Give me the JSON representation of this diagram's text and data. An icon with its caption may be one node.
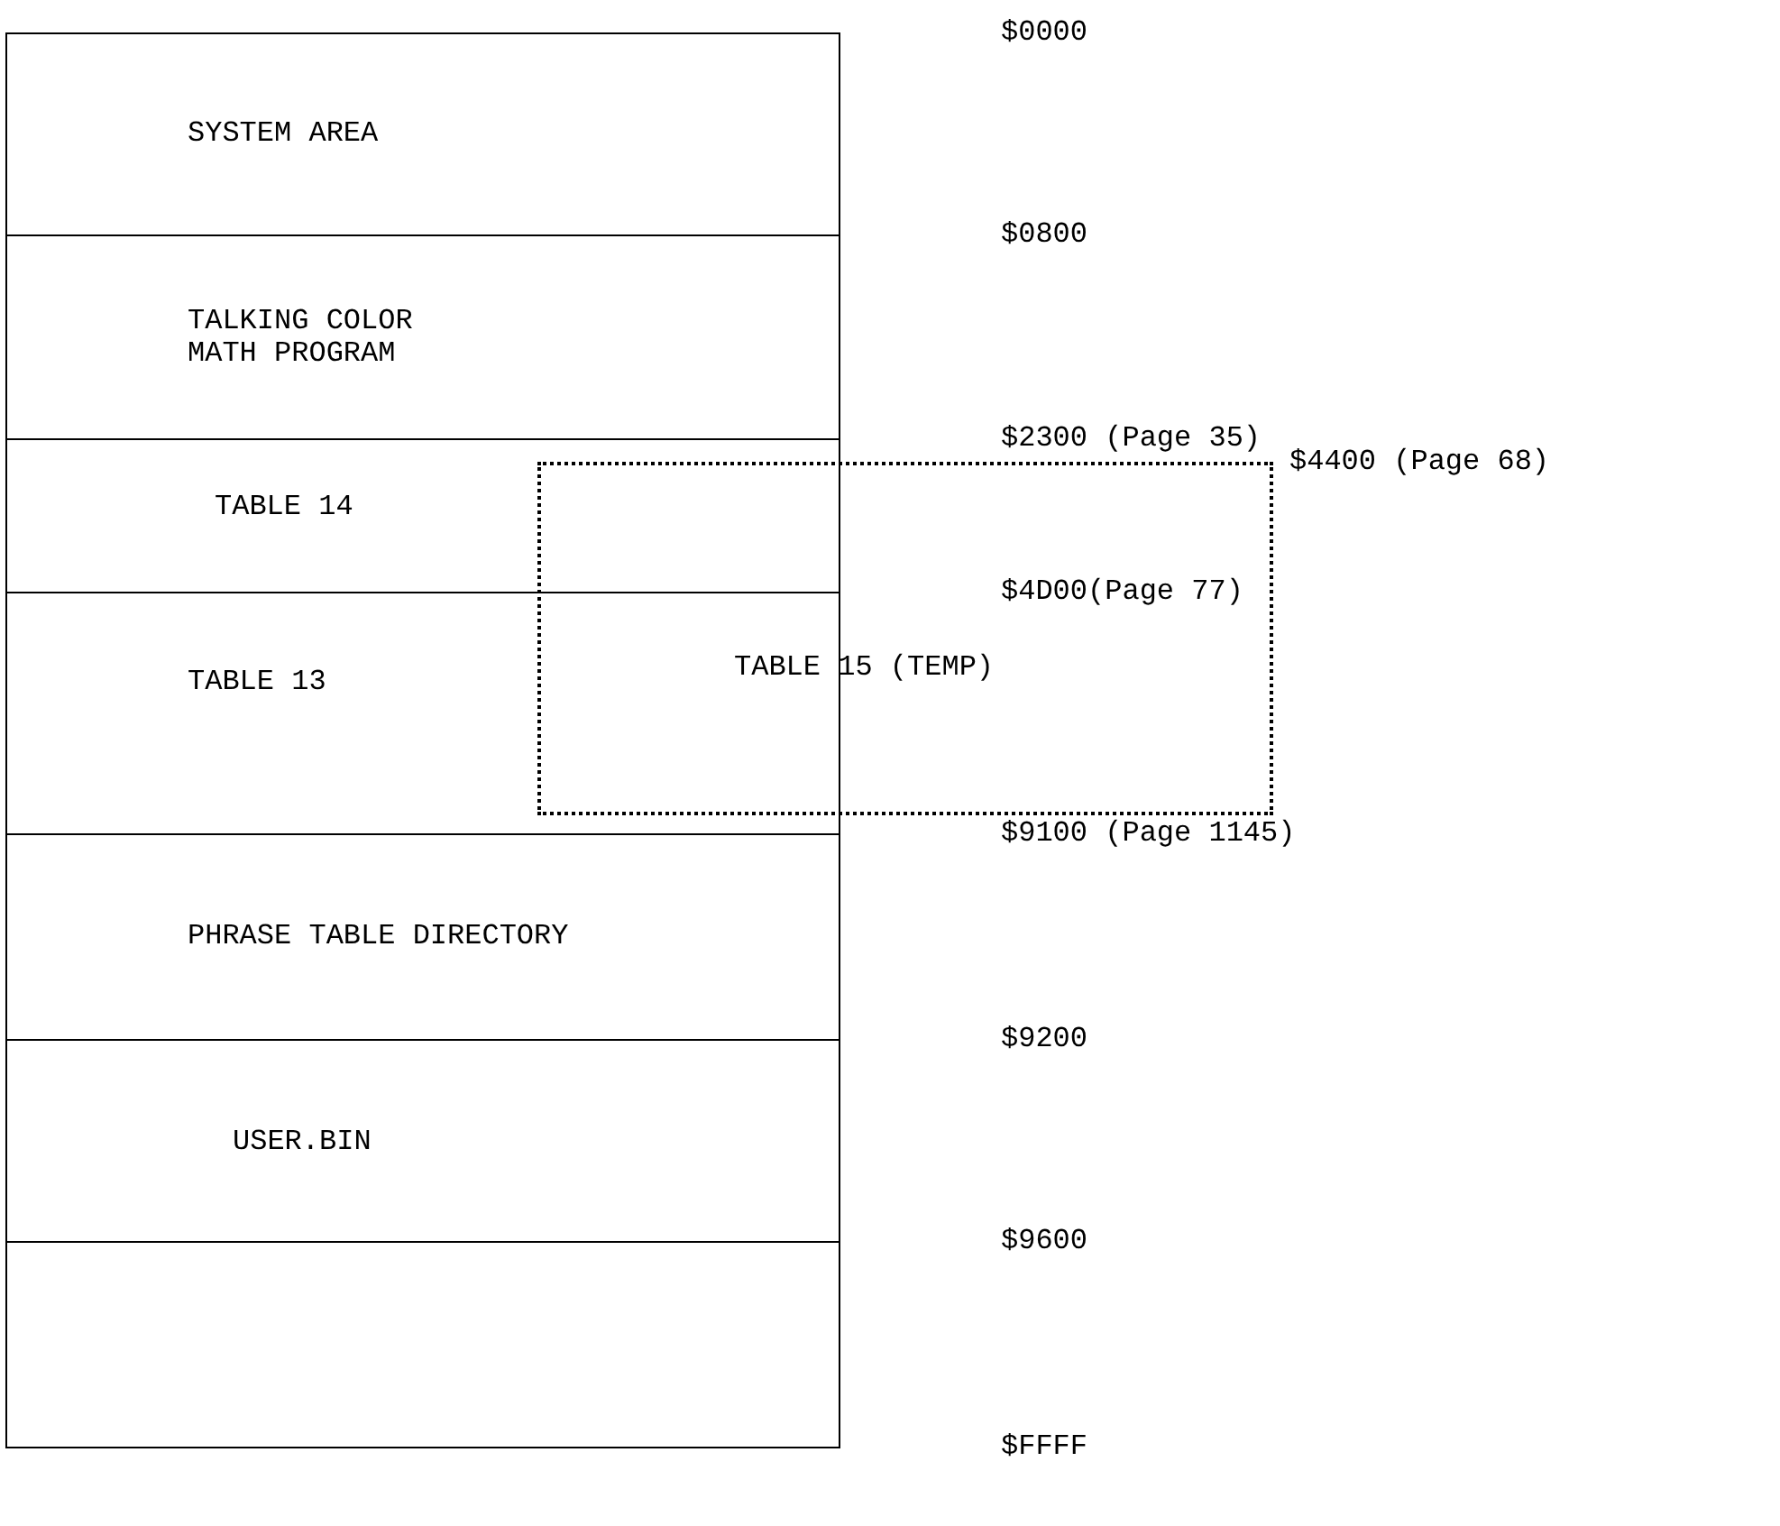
{
  "diagram": {
    "nodes": [
      {
        "text": [
          "SYSTEM AREA"
        ]
      },
      {
        "text": [
          "TALKING COLOR MATH PROGRAM"
        ]
      },
      {
        "text": [
          "TABLE 14"
        ]
      },
      {
        "text": [
          "TABLE 15 (TEMP)"
        ]
      },
      {
        "text": [
          "TABLE 13"
        ]
      },
      {
        "text": [
          "PHRASE TABLE DIRECTORY"
        ]
      },
      {
        "text": [
          "USER.BIN"
        ]
      },
      {
        "text": [],
        "shape": "box"
      }
    ],
    "edges": [],
    "labels": [
      "$0000",
      "$0800",
      "$2300 (Page 35)",
      "$4400 (Page 68)",
      "$4D00(Page 77)",
      "$9100 (Page 1145)",
      "$9200",
      "$9600",
      "$FFFF"
    ]
  }
}
